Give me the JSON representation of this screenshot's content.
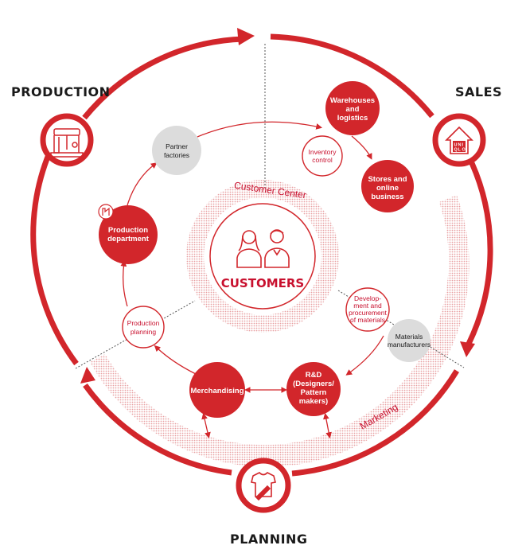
{
  "colors": {
    "red": "#d2262b",
    "red_dark": "#c8102e",
    "grey": "#dcdcdc",
    "text": "#1a1a1a"
  },
  "sections": {
    "production": "PRODUCTION",
    "sales": "SALES",
    "planning": "PLANNING"
  },
  "icons": {
    "production": "sewing-machine-icon",
    "sales": "store-house-icon",
    "planning": "tshirt-pencil-icon",
    "customers": "customers-people-icon",
    "production_dept": "factory-badge-icon"
  },
  "sales_icon_letters": [
    "U",
    "N",
    "I",
    "Q",
    "L",
    "O"
  ],
  "center": {
    "label": "CUSTOMERS"
  },
  "bands": {
    "customer_center": "Customer Center",
    "marketing": "Marketing"
  },
  "nodes": {
    "warehouses": [
      "Warehouses",
      "and",
      "logistics"
    ],
    "stores": [
      "Stores and",
      "online",
      "business"
    ],
    "inventory": [
      "Inventory",
      "control"
    ],
    "partner": [
      "Partner",
      "factories"
    ],
    "production_dept": [
      "Production",
      "department"
    ],
    "production_planning": [
      "Production",
      "planning"
    ],
    "merchandising": [
      "Merchandising"
    ],
    "rd": [
      "R&D",
      "(Designers/",
      "Pattern",
      "makers)"
    ],
    "development": [
      "Develop-",
      "ment and",
      "procurement",
      "of materials"
    ],
    "materials": [
      "Materials",
      "manufacturers"
    ]
  }
}
